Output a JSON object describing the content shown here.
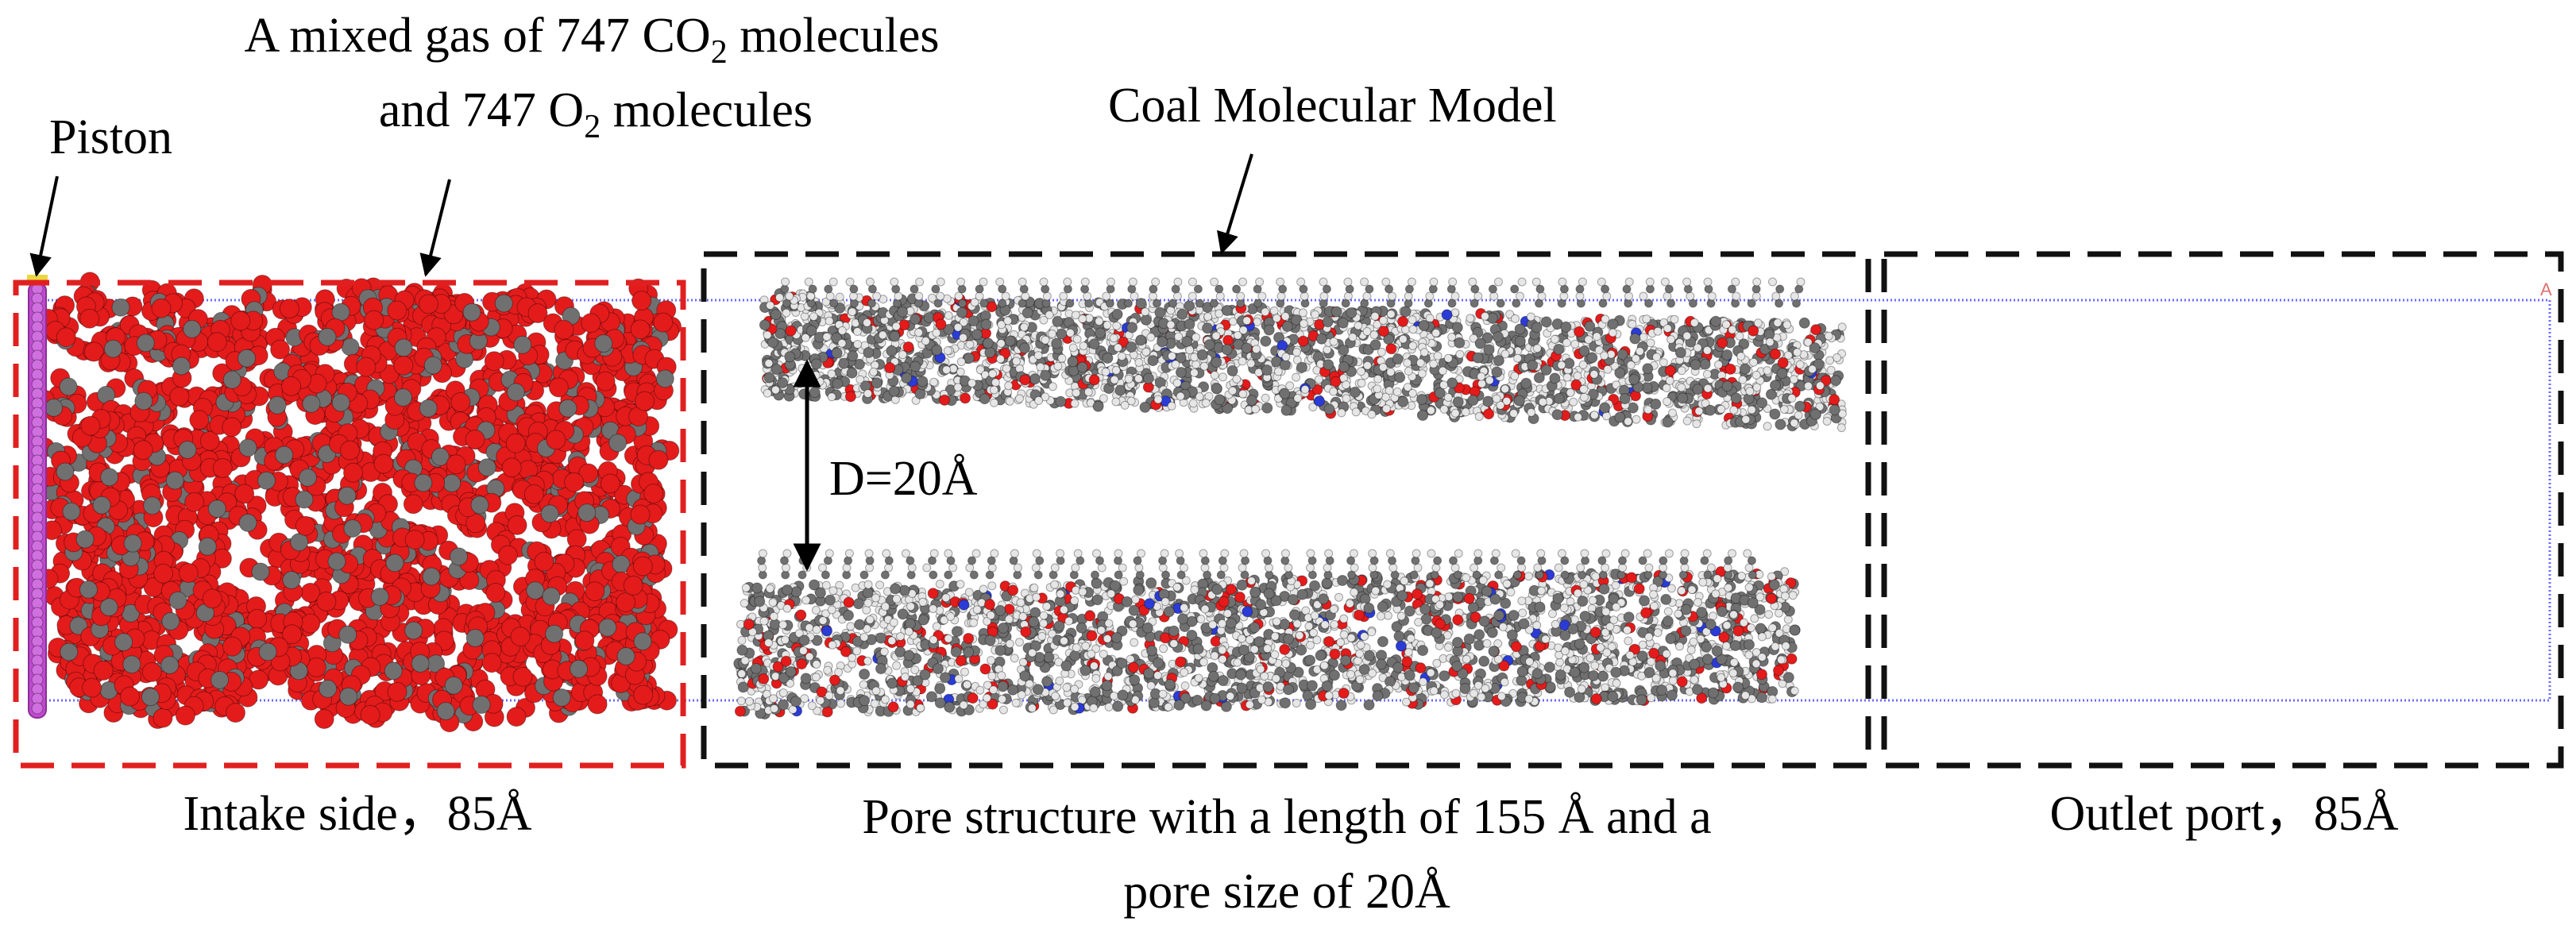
{
  "labels": {
    "gas_line1_prefix": "A mixed gas of 747 CO",
    "gas_line1_sub": "2",
    "gas_line1_suffix": " molecules",
    "gas_line2_prefix": "and 747 O",
    "gas_line2_sub": "2",
    "gas_line2_suffix": " molecules",
    "piston": "Piston",
    "coal_model": "Coal Molecular Model",
    "gap": "D=20Å",
    "intake": "Intake side，85Å",
    "pore_line1": "Pore structure with a length of 155 Å and a",
    "pore_line2": "pore size of 20Å",
    "outlet": "Outlet port，85Å"
  },
  "colors": {
    "intake_box": "#e02020",
    "pore_box": "#111111",
    "outlet_box": "#111111",
    "sim_cell": "#6b6bff",
    "oxygen": "#e41b1b",
    "carbon": "#707070",
    "hydrogen": "#e6e6e6",
    "nitrogen": "#2a3bd6",
    "piston": "#c04ad0"
  }
}
